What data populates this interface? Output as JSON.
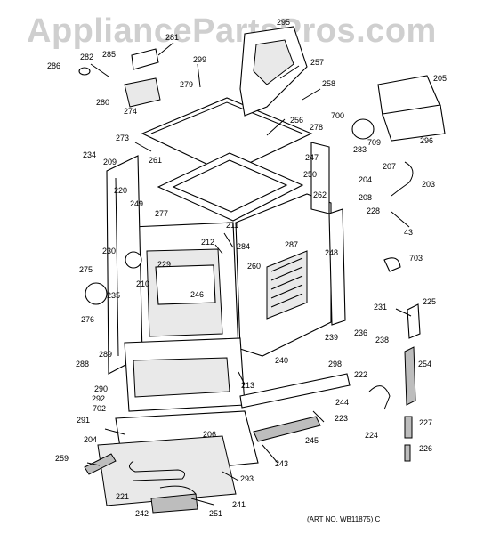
{
  "watermark": "AppliancePartsPros.com",
  "art_number": "(ART NO. WB11875) C",
  "callouts": [
    {
      "id": "c286",
      "text": "286"
    },
    {
      "id": "c282",
      "text": "282"
    },
    {
      "id": "c285",
      "text": "285"
    },
    {
      "id": "c281",
      "text": "281"
    },
    {
      "id": "c299",
      "text": "299"
    },
    {
      "id": "c295",
      "text": "295"
    },
    {
      "id": "c257",
      "text": "257"
    },
    {
      "id": "c279",
      "text": "279"
    },
    {
      "id": "c280",
      "text": "280"
    },
    {
      "id": "c274",
      "text": "274"
    },
    {
      "id": "c258",
      "text": "258"
    },
    {
      "id": "c700",
      "text": "700"
    },
    {
      "id": "c205",
      "text": "205"
    },
    {
      "id": "c256",
      "text": "256"
    },
    {
      "id": "c278",
      "text": "278"
    },
    {
      "id": "c709",
      "text": "709"
    },
    {
      "id": "c296",
      "text": "296"
    },
    {
      "id": "c273",
      "text": "273"
    },
    {
      "id": "c234",
      "text": "234"
    },
    {
      "id": "c209",
      "text": "209"
    },
    {
      "id": "c261",
      "text": "261"
    },
    {
      "id": "c247",
      "text": "247"
    },
    {
      "id": "c283",
      "text": "283"
    },
    {
      "id": "c250",
      "text": "250"
    },
    {
      "id": "c204a",
      "text": "204"
    },
    {
      "id": "c207",
      "text": "207"
    },
    {
      "id": "c203",
      "text": "203"
    },
    {
      "id": "c220",
      "text": "220"
    },
    {
      "id": "c262",
      "text": "262"
    },
    {
      "id": "c208",
      "text": "208"
    },
    {
      "id": "c249",
      "text": "249"
    },
    {
      "id": "c277",
      "text": "277"
    },
    {
      "id": "c228",
      "text": "228"
    },
    {
      "id": "c211",
      "text": "211"
    },
    {
      "id": "c43",
      "text": "43"
    },
    {
      "id": "c212",
      "text": "212"
    },
    {
      "id": "c284",
      "text": "284"
    },
    {
      "id": "c287",
      "text": "287"
    },
    {
      "id": "c230",
      "text": "230"
    },
    {
      "id": "c248",
      "text": "248"
    },
    {
      "id": "c703",
      "text": "703"
    },
    {
      "id": "c229",
      "text": "229"
    },
    {
      "id": "c260",
      "text": "260"
    },
    {
      "id": "c275",
      "text": "275"
    },
    {
      "id": "c210",
      "text": "210"
    },
    {
      "id": "c246",
      "text": "246"
    },
    {
      "id": "c235",
      "text": "235"
    },
    {
      "id": "c231",
      "text": "231"
    },
    {
      "id": "c225",
      "text": "225"
    },
    {
      "id": "c276",
      "text": "276"
    },
    {
      "id": "c236",
      "text": "236"
    },
    {
      "id": "c239",
      "text": "239"
    },
    {
      "id": "c238",
      "text": "238"
    },
    {
      "id": "c289",
      "text": "289"
    },
    {
      "id": "c298",
      "text": "298"
    },
    {
      "id": "c288",
      "text": "288"
    },
    {
      "id": "c240",
      "text": "240"
    },
    {
      "id": "c254",
      "text": "254"
    },
    {
      "id": "c222",
      "text": "222"
    },
    {
      "id": "c213",
      "text": "213"
    },
    {
      "id": "c290",
      "text": "290"
    },
    {
      "id": "c292",
      "text": "292"
    },
    {
      "id": "c702",
      "text": "702"
    },
    {
      "id": "c244",
      "text": "244"
    },
    {
      "id": "c223",
      "text": "223"
    },
    {
      "id": "c291",
      "text": "291"
    },
    {
      "id": "c227",
      "text": "227"
    },
    {
      "id": "c206",
      "text": "206"
    },
    {
      "id": "c224",
      "text": "224"
    },
    {
      "id": "c204b",
      "text": "204"
    },
    {
      "id": "c245",
      "text": "245"
    },
    {
      "id": "c226",
      "text": "226"
    },
    {
      "id": "c259",
      "text": "259"
    },
    {
      "id": "c243",
      "text": "243"
    },
    {
      "id": "c293",
      "text": "293"
    },
    {
      "id": "c221",
      "text": "221"
    },
    {
      "id": "c241",
      "text": "241"
    },
    {
      "id": "c242",
      "text": "242"
    },
    {
      "id": "c251",
      "text": "251"
    }
  ]
}
